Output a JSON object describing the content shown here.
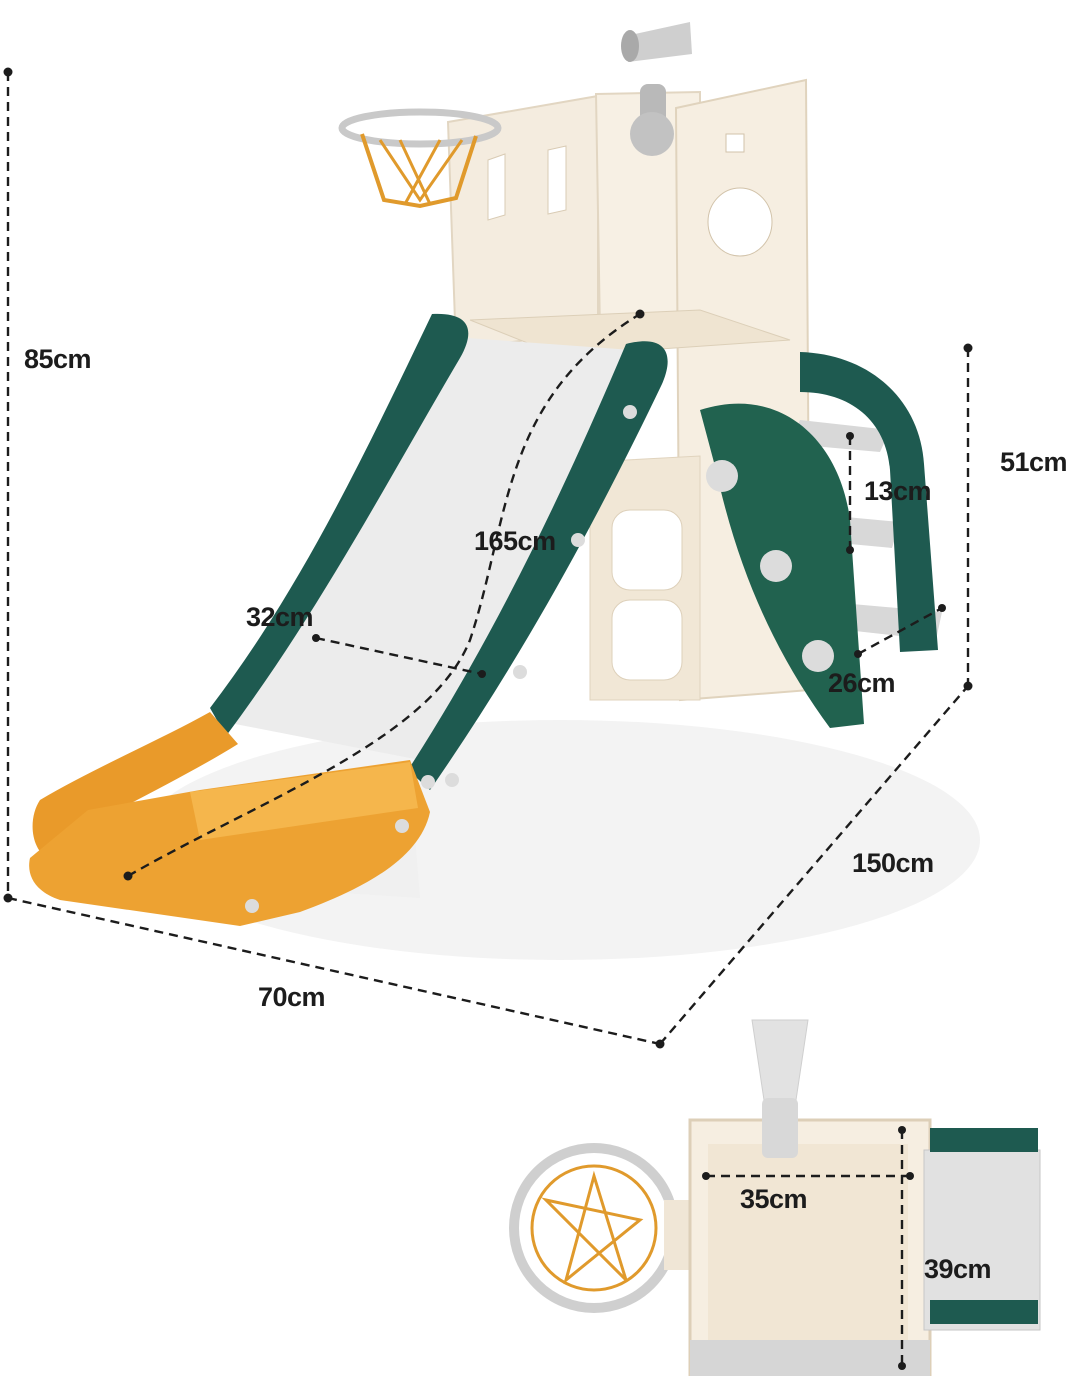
{
  "product": {
    "name": "",
    "colors": {
      "green": "#1e5a50",
      "orange": "#e99a2a",
      "cream": "#f6eee1",
      "cream_dark": "#e6dac6",
      "grey": "#cfcfcf",
      "slide": "#e9e9e9",
      "dimension_line": "#1c1c1c"
    }
  },
  "dimensions": {
    "height_total": "85cm",
    "platform_height": "51cm",
    "step_height": "13cm",
    "slide_length": "165cm",
    "slide_width": "32cm",
    "step_depth": "26cm",
    "total_length": "150cm",
    "total_width": "70cm",
    "top_width": "35cm",
    "top_depth": "39cm"
  }
}
